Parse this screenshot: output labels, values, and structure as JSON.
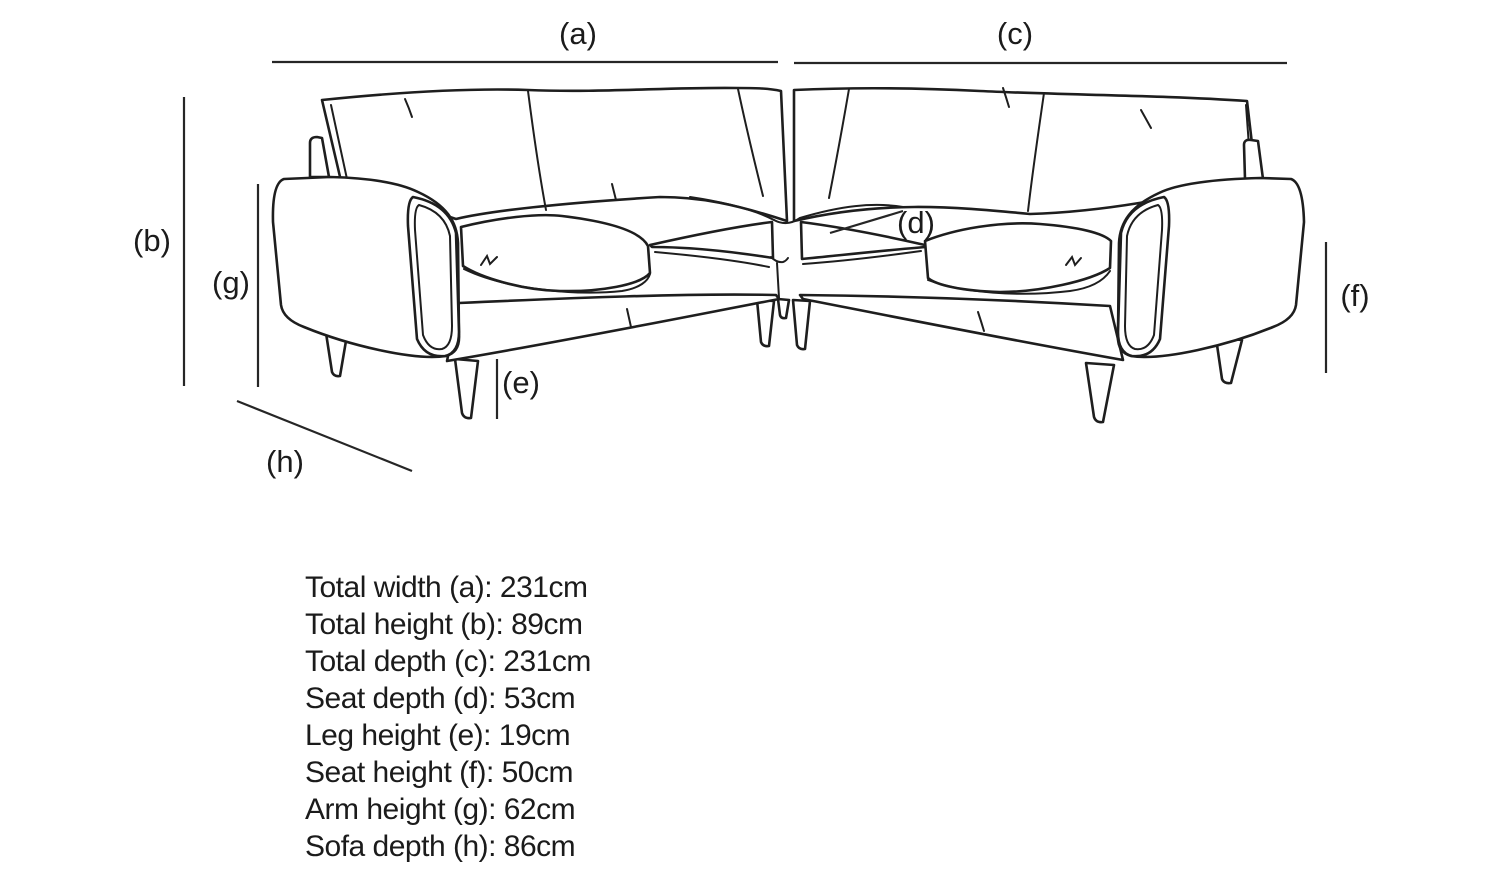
{
  "diagram": {
    "type": "corner-sofa-dimensions-line-drawing",
    "ink_color": "#1e1e1e",
    "background_color": "#ffffff",
    "labels": {
      "a": "(a)",
      "b": "(b)",
      "c": "(c)",
      "d": "(d)",
      "e": "(e)",
      "f": "(f)",
      "g": "(g)",
      "h": "(h)"
    }
  },
  "measurements": [
    {
      "label": "Total width",
      "key": "(a)",
      "value": "231cm",
      "text": "Total width (a): 231cm"
    },
    {
      "label": "Total height",
      "key": "(b)",
      "value": "89cm",
      "text": "Total height (b): 89cm"
    },
    {
      "label": "Total depth",
      "key": "(c)",
      "value": "231cm",
      "text": "Total depth (c): 231cm"
    },
    {
      "label": "Seat depth",
      "key": "(d)",
      "value": "53cm",
      "text": "Seat depth (d): 53cm"
    },
    {
      "label": "Leg height",
      "key": "(e)",
      "value": "19cm",
      "text": "Leg height (e): 19cm"
    },
    {
      "label": "Seat height",
      "key": "(f)",
      "value": "50cm",
      "text": "Seat height (f): 50cm"
    },
    {
      "label": "Arm height",
      "key": "(g)",
      "value": "62cm",
      "text": "Arm height (g): 62cm"
    },
    {
      "label": "Sofa depth",
      "key": "(h)",
      "value": "86cm",
      "text": "Sofa depth (h): 86cm"
    }
  ]
}
